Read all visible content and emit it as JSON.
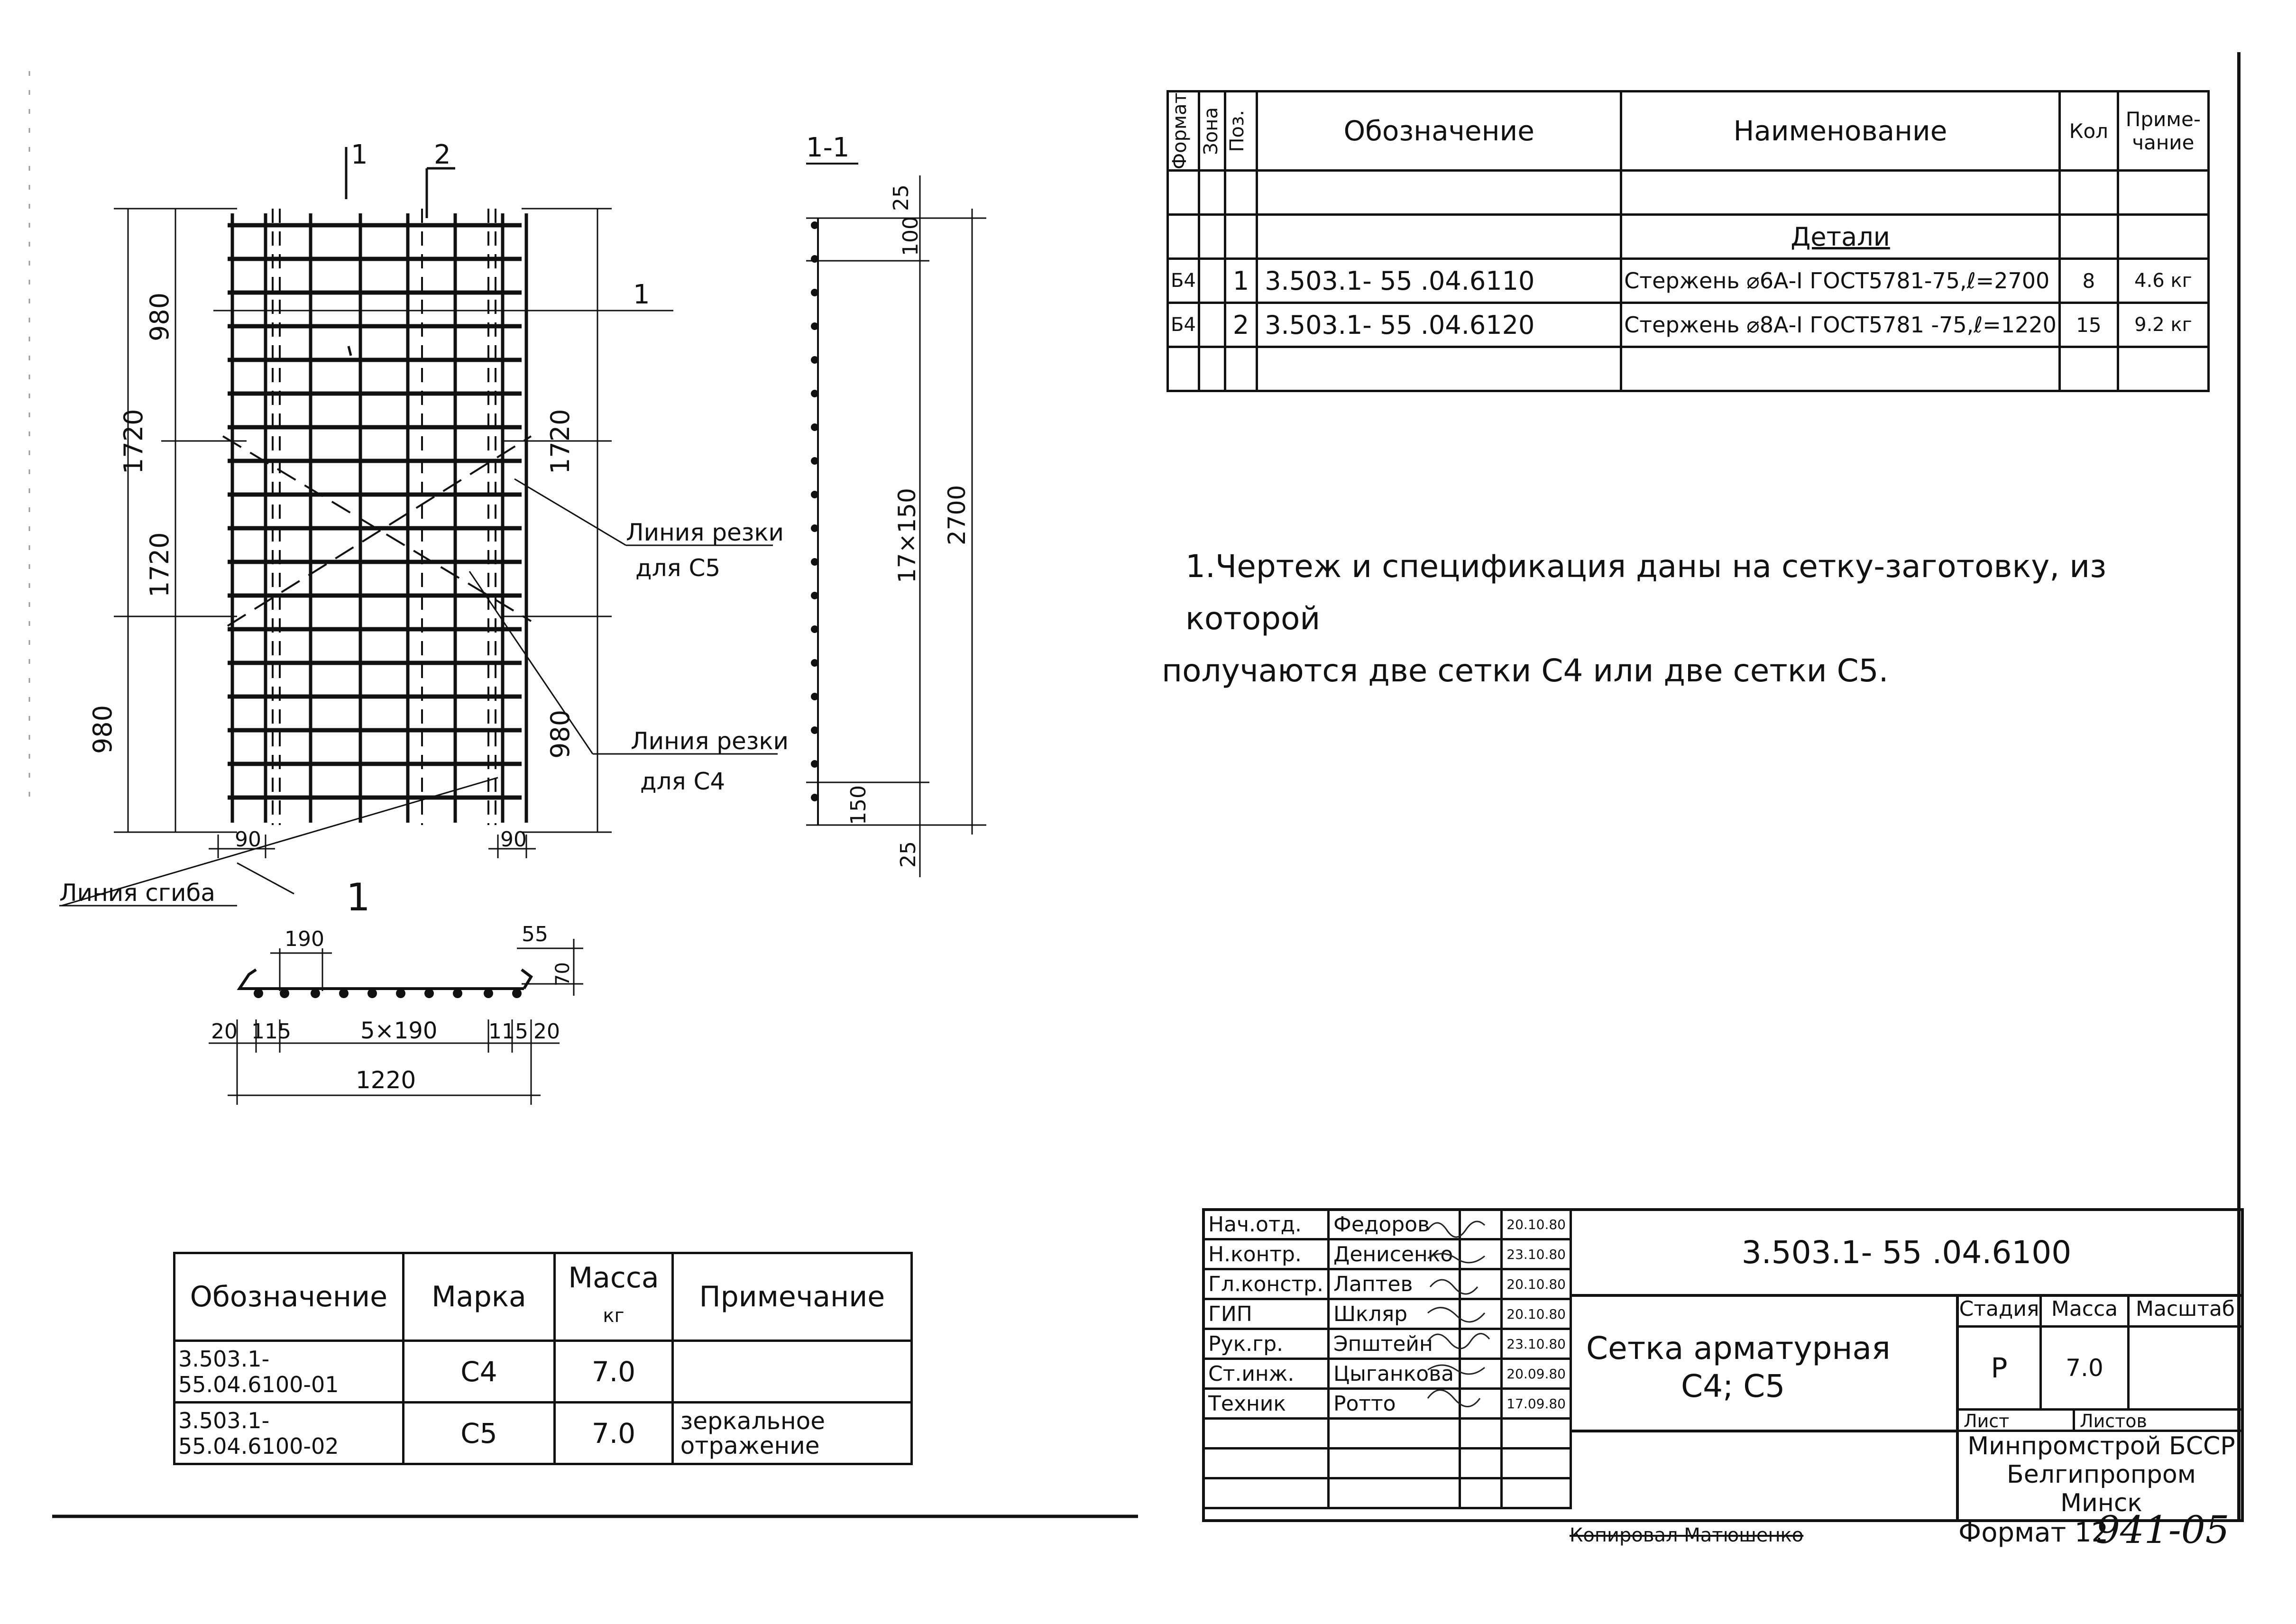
{
  "spec_table": {
    "headers": {
      "format": "Формат",
      "zone": "Зона",
      "pos": "Поз.",
      "designation": "Обозначение",
      "name": "Наименование",
      "qty": "Кол",
      "note": "Приме-чание"
    },
    "section_title": "Детали",
    "rows": [
      {
        "format": "Б4",
        "pos": "1",
        "designation": "3.503.1- 55 .04.6110",
        "name": "Стержень ⌀6А-I ГОСТ5781-75,ℓ=2700",
        "qty": "8",
        "note": "4.6 кг"
      },
      {
        "format": "Б4",
        "pos": "2",
        "designation": "3.503.1- 55 .04.6120",
        "name": "Стержень ⌀8А-I ГОСТ5781 -75,ℓ=1220",
        "qty": "15",
        "note": "9.2 кг"
      }
    ]
  },
  "note_text": {
    "line1": "1.Чертеж и спецификация даны на сетку-заготовку, из которой",
    "line2": "получаются две сетки С4 или две сетки С5."
  },
  "drawing_labels": {
    "section_marker": "1",
    "section_1_1": "1-1",
    "pos_1": "1",
    "pos_2": "2",
    "cut_c5_1": "Линия резки",
    "cut_c5_2": "для С5",
    "cut_c4_1": "Линия резки",
    "cut_c4_2": "для С4",
    "bend_line": "Линия сгиба",
    "dims": {
      "d980a": "980",
      "d1720a": "1720",
      "d1720b": "1720",
      "d980b": "980",
      "d1720r": "1720",
      "d980r": "980",
      "d90l": "90",
      "d90r": "90",
      "d25t": "25",
      "d100": "100",
      "d17x150": "17×150",
      "d2700": "2700",
      "d150": "150",
      "d25b": "25",
      "d190": "190",
      "d55": "55",
      "d70": "70",
      "d20l": "20",
      "d115l": "115",
      "d5x190": "5×190",
      "d115r": "115",
      "d20r": "20",
      "d1220": "1220"
    }
  },
  "marks_table": {
    "headers": {
      "designation": "Обозначение",
      "mark": "Марка",
      "mass": "Масса",
      "mass_unit": "кг",
      "note": "Примечание"
    },
    "rows": [
      {
        "designation": "3.503.1-55.04.6100-01",
        "mark": "С4",
        "mass": "7.0",
        "note": ""
      },
      {
        "designation": "3.503.1- 55.04.6100-02",
        "mark": "С5",
        "mass": "7.0",
        "note": "зеркальное отражение"
      }
    ]
  },
  "title_block": {
    "roles": [
      {
        "role": "Нач.отд.",
        "name": "Федоров",
        "date": "20.10.80"
      },
      {
        "role": "Н.контр.",
        "name": "Денисенко",
        "date": "23.10.80"
      },
      {
        "role": "Гл.констр.",
        "name": "Лаптев",
        "date": "20.10.80"
      },
      {
        "role": "ГИП",
        "name": "Шкляр",
        "date": "20.10.80"
      },
      {
        "role": "Рук.гр.",
        "name": "Эпштейн",
        "date": "23.10.80"
      },
      {
        "role": "Ст.инж.",
        "name": "Цыганкова",
        "date": "20.09.80"
      },
      {
        "role": "Техник",
        "name": "Ротто",
        "date": "17.09.80"
      }
    ],
    "doc_code": "3.503.1- 55 .04.6100",
    "title_line1": "Сетка арматурная",
    "title_line2": "С4; С5",
    "stage_label": "Стадия",
    "mass_label": "Масса",
    "scale_label": "Масштаб",
    "stage": "Р",
    "mass": "7.0",
    "sheet_label": "Лист",
    "sheets_label": "Листов",
    "org_line1": "Минпромстрой БССР",
    "org_line2": "Белгипропром",
    "org_line3": "Минск"
  },
  "footer": {
    "copied_by": "Копировал Матюшенко",
    "format": "Формат 12",
    "sheet_code": "941-05"
  }
}
